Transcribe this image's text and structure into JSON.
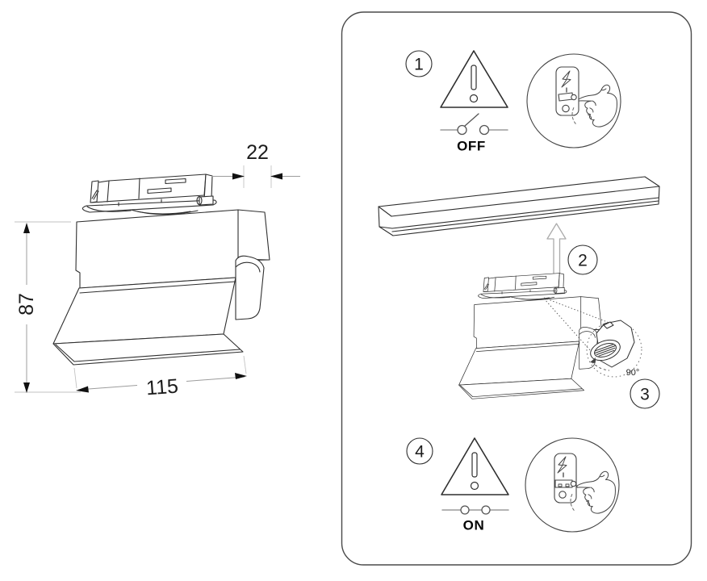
{
  "dimension_drawing": {
    "top_width": "22",
    "height": "87",
    "length": "115"
  },
  "instruction_panel": {
    "step1": {
      "number": "1",
      "power_state": "OFF"
    },
    "step2": {
      "number": "2"
    },
    "step3": {
      "number": "3",
      "rotation_angle": "90°"
    },
    "step4": {
      "number": "4",
      "power_state": "ON"
    }
  },
  "colors": {
    "line": "#2f2f2f",
    "dim_line": "#9c9c9c",
    "panel_border": "#4a4a4a",
    "arrow_gray": "#ababab"
  }
}
